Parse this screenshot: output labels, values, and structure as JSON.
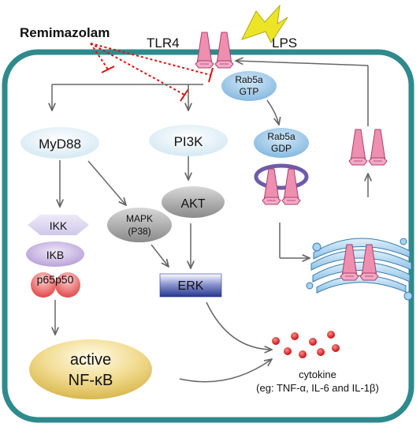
{
  "drug": "Remimazolam",
  "receptor": "TLR4",
  "ligand": "LPS",
  "nodes": {
    "myd88": "MyD88",
    "pi3k": "PI3K",
    "akt": "AKT",
    "mapk_line1": "MAPK",
    "mapk_line2": "(P38)",
    "ikk": "IKK",
    "ikb": "IKB",
    "p65p50": "p65p50",
    "erk": "ERK",
    "nfkb_line1": "active",
    "nfkb_line2": "NF-κB",
    "rab5a_gtp_line1": "Rab5a",
    "rab5a_gtp_line2": "GTP",
    "rab5a_gdp_line1": "Rab5a",
    "rab5a_gdp_line2": "GDP"
  },
  "cytokine": {
    "label": "cytokine",
    "examples": "(eg: TNF-α, IL-6 and IL-1β)"
  },
  "colors": {
    "cell_border": "#2f8a8c",
    "receptor": "#ee8fb0",
    "receptor_dark": "#b04f78",
    "inhibit": "#e01010",
    "pale_blue": "#dcedf5",
    "rab_blue": "#9fcbe9",
    "ring": "#6e5ba8",
    "lps": "#e8e020",
    "erk": "#2e3f98",
    "nfkb": "#e8cf74",
    "ikb": "#c8b6e2",
    "ikk": "#dedaf0",
    "cytokine_dot": "#d42020",
    "arrow": "#666666"
  }
}
